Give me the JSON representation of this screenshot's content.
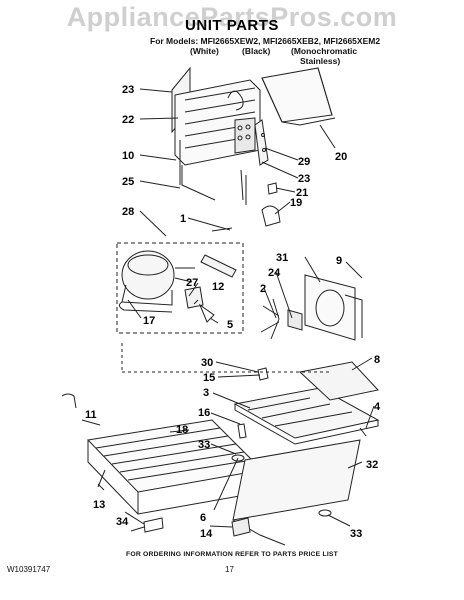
{
  "watermark": "AppliancePartsPros.com",
  "title": "UNIT PARTS",
  "models_line": "For Models: MFI2665XEW2, MFI2665XEB2, MFI2665XEM2",
  "variants": [
    "(White)",
    "(Black)",
    "(Monochromatic"
  ],
  "variant_extra": "Stainless)",
  "callouts": [
    "1",
    "2",
    "3",
    "4",
    "5",
    "6",
    "8",
    "9",
    "10",
    "11",
    "12",
    "13",
    "14",
    "15",
    "16",
    "17",
    "17",
    "18",
    "19",
    "20",
    "21",
    "22",
    "23",
    "23",
    "24",
    "25",
    "27",
    "28",
    "29",
    "30",
    "31",
    "32",
    "33",
    "33",
    "34"
  ],
  "footer_note": "FOR ORDERING INFORMATION REFER TO PARTS PRICE LIST",
  "doc_number": "W10391747",
  "page_number": "17"
}
